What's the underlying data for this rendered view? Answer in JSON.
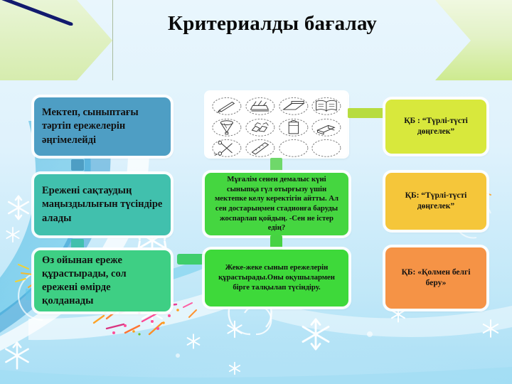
{
  "slide": {
    "title": "Критериалды бағалау",
    "banner_accent": "#cdea8f",
    "background_accent": "#bfe7f8"
  },
  "left_column": {
    "items": [
      {
        "text": "Мектеп, сыныптағы тәртіп ережелерін әңгімелейді",
        "color": "#4e9ec4"
      },
      {
        "text": "Ережені сақтаудың маңыздылығын түсіндіре алады",
        "color": "#41c0ad"
      },
      {
        "text": "Өз ойынан ереже құрастырады, сол ережені өмірде қолданады",
        "color": "#3ecf84"
      }
    ]
  },
  "middle_column": {
    "icon_card": {
      "label": "school-supplies-sketch-grid",
      "rows": 3,
      "columns": 4,
      "icons": [
        "pencil-oval-sketch",
        "scattered-items-oval-sketch",
        "open-notebook-oval-sketch",
        "open-book-oval-sketch",
        "funnel-cone-oval-sketch",
        "crumpled-papers-oval-sketch",
        "bag-oval-sketch",
        "eraser-oval-sketch",
        "scissors-oval-sketch",
        "ruler-oval-sketch",
        "blank-oval-sketch",
        "blank-oval-sketch"
      ]
    },
    "items": [
      {
        "text": "Мұғалім сенен демалыс күні сыныпқа гүл отырғызу үшін мектепке келу керектігін айтты. Ал сен достарыңмен стадионға баруды жоспарлап қойдың.  -Сен не істер едің?",
        "color": "#45d640"
      },
      {
        "text": "Жеке-жеке сынып ережелерін құрастырады.Оны оқушылармен бірге талқылап түсіндіру.",
        "color": "#3ed93a"
      }
    ]
  },
  "right_column": {
    "items": [
      {
        "text": "ҚБ : “Түрлі-түсті дөңгелек”",
        "color": "#d8e83c"
      },
      {
        "text": "ҚБ: “Түрлі-түсті дөңгелек”",
        "color": "#f5c63a"
      },
      {
        "text": "ҚБ: «Қолмен белгі беру»",
        "color": "#f59346"
      }
    ]
  }
}
